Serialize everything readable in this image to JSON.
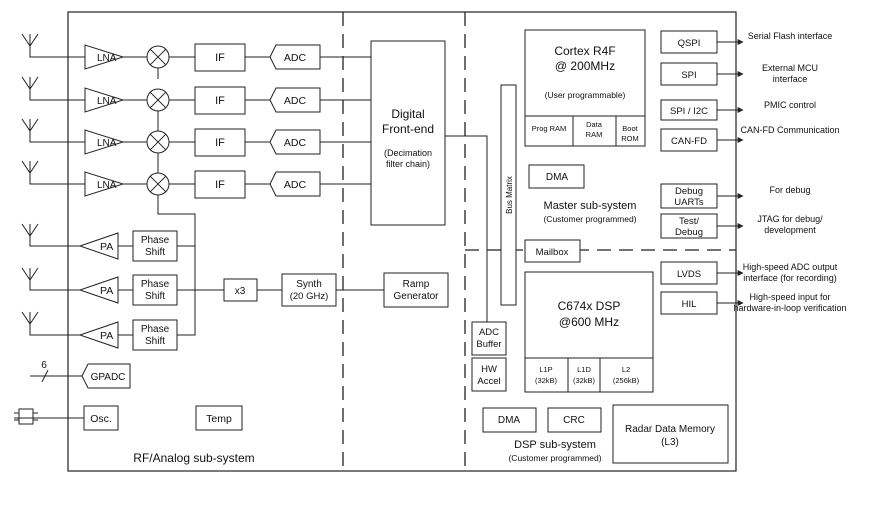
{
  "diagram": {
    "rf": {
      "lna": [
        "LNA",
        "LNA",
        "LNA",
        "LNA"
      ],
      "if": [
        "IF",
        "IF",
        "IF",
        "IF"
      ],
      "adc": [
        "ADC",
        "ADC",
        "ADC",
        "ADC"
      ],
      "pa": [
        "PA",
        "PA",
        "PA"
      ],
      "phase_shift": [
        [
          "Phase",
          "Shift"
        ],
        [
          "Phase",
          "Shift"
        ],
        [
          "Phase",
          "Shift"
        ]
      ],
      "x3": "x3",
      "synth": [
        "Synth",
        "(20 GHz)"
      ],
      "ramp": [
        "Ramp",
        "Generator"
      ],
      "gpadc": "GPADC",
      "gpadc_count": "6",
      "osc": "Osc.",
      "temp": "Temp",
      "label": "RF/Analog sub-system"
    },
    "dfe": {
      "title": [
        "Digital",
        "Front-end"
      ],
      "sub": [
        "(Decimation",
        "filter chain)"
      ]
    },
    "master": {
      "cpu": [
        "Cortex R4F",
        "@ 200MHz"
      ],
      "cpu_sub": "(User programmable)",
      "mem": [
        [
          "Prog RAM"
        ],
        [
          "Data",
          "RAM"
        ],
        [
          "Boot",
          "ROM"
        ]
      ],
      "dma": "DMA",
      "bus_matrix": "Bus Matrix",
      "mailbox": "Mailbox",
      "label": "Master sub-system",
      "sublabel": "(Customer programmed)"
    },
    "dsp": {
      "cpu": [
        "C674x DSP",
        "@600 MHz"
      ],
      "mem": [
        [
          "L1P",
          "(32kB)"
        ],
        [
          "L1D",
          "(32kB)"
        ],
        [
          "L2",
          "(256kB)"
        ]
      ],
      "adc_buffer": [
        "ADC",
        "Buffer"
      ],
      "hw_accel": [
        "HW",
        "Accel"
      ],
      "dma": "DMA",
      "crc": "CRC",
      "radar_mem": [
        "Radar Data Memory",
        "(L3)"
      ],
      "label": "DSP sub-system",
      "sublabel": "(Customer programmed)"
    },
    "peripherals": [
      {
        "name": [
          "QSPI"
        ],
        "desc": [
          "Serial Flash interface"
        ]
      },
      {
        "name": [
          "SPI"
        ],
        "desc": [
          "External MCU",
          "interface"
        ]
      },
      {
        "name": [
          "SPI / I2C"
        ],
        "desc": [
          "PMIC control"
        ]
      },
      {
        "name": [
          "CAN-FD"
        ],
        "desc": [
          "CAN-FD Communication"
        ]
      },
      {
        "name": [
          "Debug",
          "UARTs"
        ],
        "desc": [
          "For debug"
        ]
      },
      {
        "name": [
          "Test/",
          "Debug"
        ],
        "desc": [
          "JTAG for debug/",
          "development"
        ]
      },
      {
        "name": [
          "LVDS"
        ],
        "desc": [
          "High-speed ADC output",
          "interface (for recording)"
        ]
      },
      {
        "name": [
          "HIL"
        ],
        "desc": [
          "High-speed input for",
          "hardware-in-loop verification"
        ]
      }
    ]
  }
}
